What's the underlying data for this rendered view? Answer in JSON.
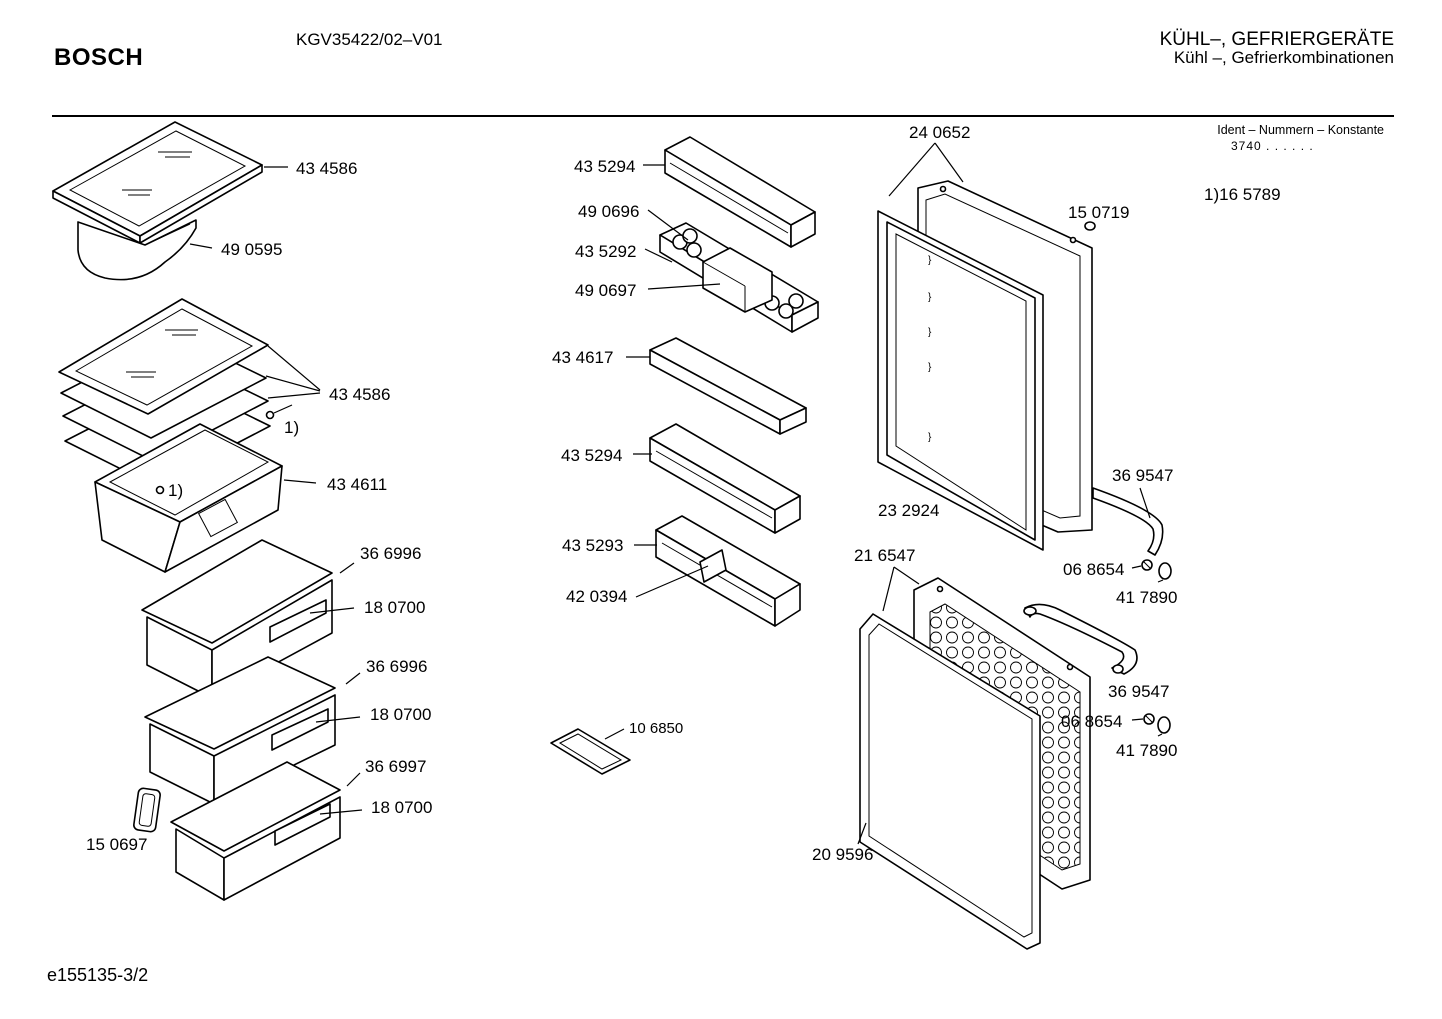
{
  "header": {
    "brand": "BOSCH",
    "model": "KGV35422/02–V01",
    "category": "KÜHL–, GEFRIERGERÄTE",
    "subcategory": "Kühl –, Gefrierkombinationen"
  },
  "ident": {
    "label": "Ident – Nummern – Konstante",
    "value": "3740 . .   . . . ."
  },
  "footnote": "1)16 5789",
  "drawing_id": "e155135-3/2",
  "labels": {
    "p434586_top": "43 4586",
    "p490595": "49 0595",
    "p434586_stack": "43 4586",
    "ref1_a": "1)",
    "ref1_b": "1)",
    "p434611": "43 4611",
    "p366996_a": "36 6996",
    "p180700_a": "18 0700",
    "p366996_b": "36 6996",
    "p180700_b": "18 0700",
    "p366997": "36 6997",
    "p180700_c": "18 0700",
    "p150697": "15 0697",
    "p435294_a": "43 5294",
    "p490696": "49 0696",
    "p435292": "43 5292",
    "p490697": "49 0697",
    "p434617": "43 4617",
    "p435294_b": "43 5294",
    "p435293": "43 5293",
    "p420394": "42 0394",
    "p106850": "10 6850",
    "p240652": "24 0652",
    "p150719": "15 0719",
    "p232924": "23 2924",
    "p369547_a": "36 9547",
    "p068654_a": "06 8654",
    "p417890_a": "41 7890",
    "p216547": "21 6547",
    "p369547_b": "36 9547",
    "p068654_b": "06 8654",
    "p417890_b": "41 7890",
    "p209596": "20 9596"
  }
}
